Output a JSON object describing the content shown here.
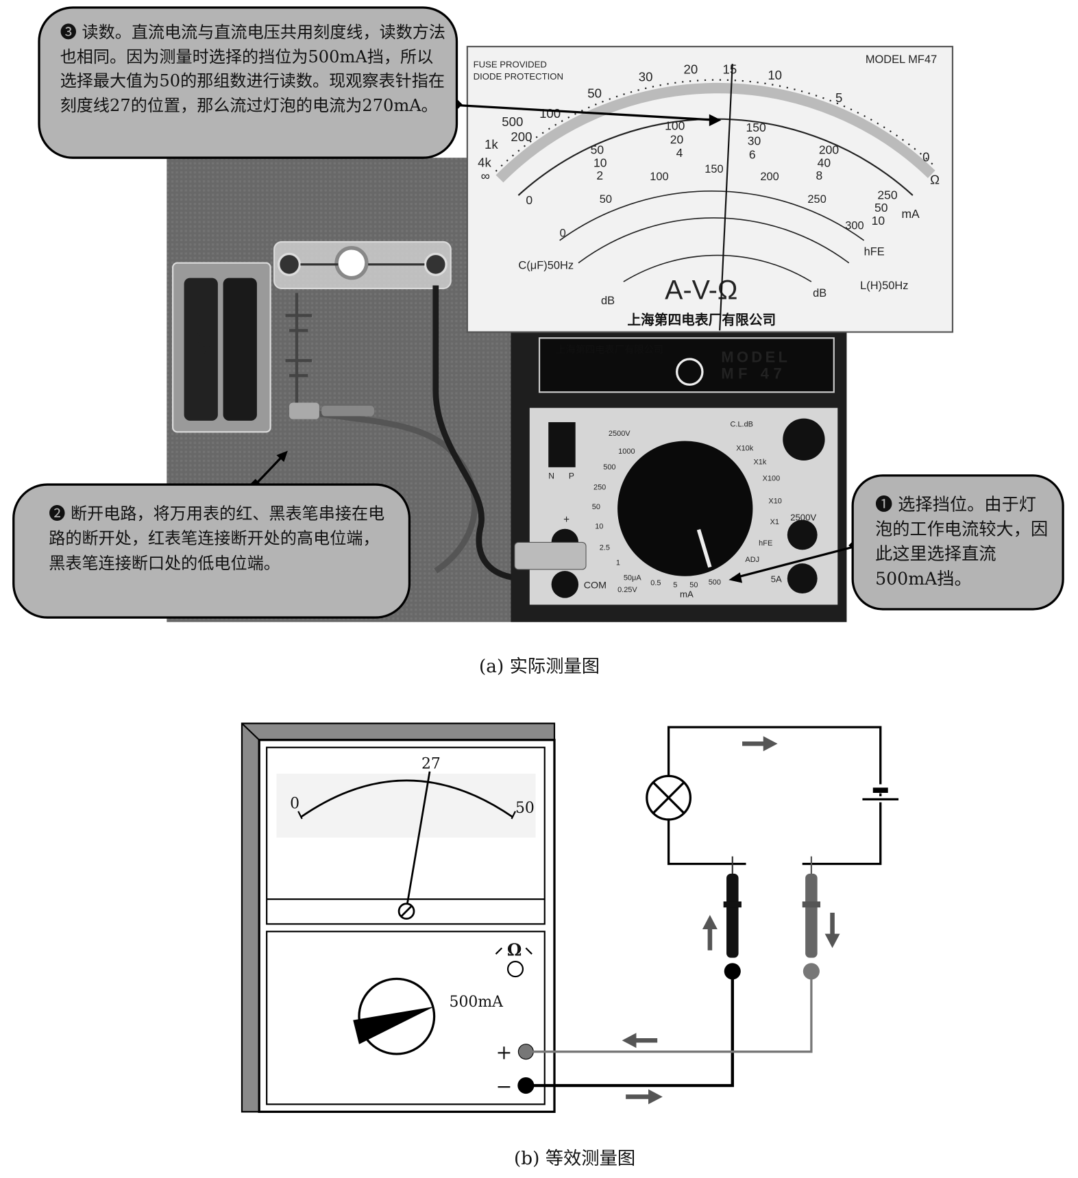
{
  "callouts": {
    "step1": "❶ 选择挡位。由于灯泡的工作电流较大，因此这里选择直流500mA挡。",
    "step2": "❷ 断开电路，将万用表的红、黑表笔串接在电路的断开处，红表笔连接断开处的高电位端，黑表笔连接断口处的低电位端。",
    "step3": "❸ 读数。直流电流与直流电压共用刻度线，读数方法也相同。因为测量时选择的挡位为500mA挡，所以选择最大值为50的那组数进行读数。现观察表针指在刻度线27的位置，那么流过灯泡的电流为270mA。"
  },
  "captions": {
    "a": "(a) 实际测量图",
    "b": "(b) 等效测量图"
  },
  "meter_face": {
    "fuse": "FUSE PROVIDED",
    "diode": "DIODE PROTECTION",
    "model": "MODEL MF47",
    "avo": "A-V-Ω",
    "cap_scale": "C(μF)50Hz",
    "ind_scale": "L(H)50Hz",
    "db": "dB",
    "db2": "dB",
    "hfe": "hFE",
    "ma": "mA",
    "ohm": "Ω",
    "maker": "上海第四电表厂有限公司",
    "ohm_ticks": [
      "∞",
      "4k",
      "1k",
      "500",
      "200",
      "100",
      "50",
      "30",
      "20",
      "15",
      "10",
      "5",
      "0"
    ],
    "dc_ticks": [
      "0",
      "50",
      "10",
      "2",
      "100",
      "20",
      "4",
      "150",
      "30",
      "6",
      "200",
      "40",
      "8",
      "250",
      "50",
      "10"
    ],
    "ac_ticks": [
      "50",
      "100",
      "150",
      "200",
      "250"
    ],
    "hfe_ticks": [
      "0",
      "300"
    ]
  },
  "meter_body": {
    "maker": "上海第四电表厂有限公司",
    "model_line1": "MODEL",
    "model_line2": "MF 47",
    "dial_labels": [
      "2500V",
      "1000",
      "500",
      "250",
      "50",
      "10",
      "2.5",
      "1",
      "0.25V",
      "50μA",
      "0.5",
      "5",
      "50",
      "500",
      "mA",
      "C.L.dB",
      "X10k",
      "X1k",
      "X100",
      "X10",
      "X1",
      "hFE",
      "ADJ",
      "2500V",
      "5A",
      "COM",
      "+",
      "N",
      "P"
    ]
  },
  "equivalent_meter": {
    "scale_min": "0",
    "scale_reading": "27",
    "scale_max": "50",
    "range_label": "500mA",
    "ohm_adjust": "Ω",
    "plus": "+",
    "minus": "−",
    "needle_value": 27,
    "scale_full": 50
  }
}
